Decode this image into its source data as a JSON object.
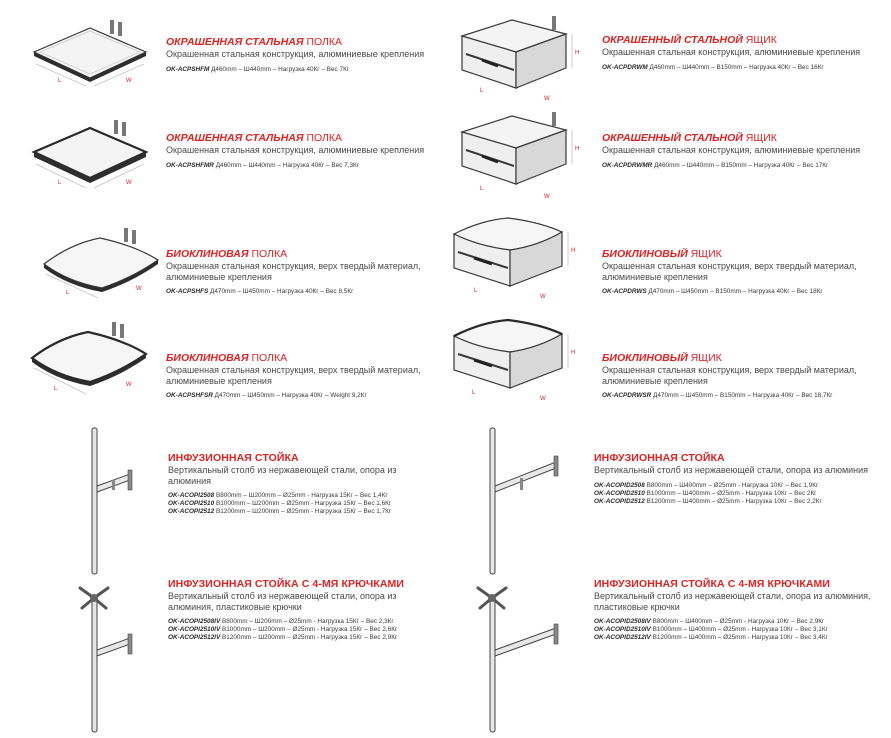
{
  "colors": {
    "accent": "#e02222",
    "text": "#4a4a4a",
    "line": "#555555"
  },
  "dim_labels": {
    "length": "L",
    "width": "W",
    "height": "H"
  },
  "products": [
    {
      "title_emph": "ОКРАШЕННАЯ СТАЛЬНАЯ",
      "title_rest": " ПОЛКА",
      "desc": "Окрашенная стальная конструкция, алюминиевые крепления",
      "specs": [
        {
          "code": "OK-ACPSHFM",
          "text": " Д460mm – Ш440mm – Нагрузка 40Кг – Вес 7Кг"
        }
      ]
    },
    {
      "title_emph": "ОКРАШЕННЫЙ СТАЛЬНОЙ",
      "title_rest": " ЯЩИК",
      "desc": "Окрашенная стальная конструкция, алюминиевые крепления",
      "specs": [
        {
          "code": "OK-ACPDRWM",
          "text": " Д460mm – Ш440mm – В150mm – Нагрузка 40Кг – Вес 16Кг"
        }
      ]
    },
    {
      "title_emph": "ОКРАШЕННАЯ СТАЛЬНАЯ",
      "title_rest": " ПОЛКА",
      "desc": "Окрашенная стальная конструкция, алюминиевые крепления",
      "specs": [
        {
          "code": "OK-ACPSHFMR",
          "text": " Д460mm – Ш440mm – Нагрузка 40Кг – Вес 7,3Кг"
        }
      ]
    },
    {
      "title_emph": "ОКРАШЕННЫЙ СТАЛЬНОЙ",
      "title_rest": " ЯЩИК",
      "desc": "Окрашенная стальная конструкция, алюминиевые крепления",
      "specs": [
        {
          "code": "OK-ACPDRWMR",
          "text": " Д460mm – Ш440mm – В150mm – Нагрузка 40Кг – Вес 17Кг"
        }
      ]
    },
    {
      "title_emph": "БИОКЛИНОВАЯ",
      "title_rest": " ПОЛКА",
      "desc": "Окрашенная стальная конструкция, верх твердый материал, алюминиевые крепления",
      "specs": [
        {
          "code": "OK-ACPSHFS",
          "text": " Д470mm – Ш450mm – Нагрузка 40Кг – Вес 8,5Кг"
        }
      ]
    },
    {
      "title_emph": "БИОКЛИНОВЫЙ",
      "title_rest": " ЯЩИК",
      "desc": "Окрашенная стальная конструкция, верх твердый материал, алюминиевые крепления",
      "specs": [
        {
          "code": "OK-ACPDRWS",
          "text": " Д470mm – Ш450mm – В150mm – Нагрузка 40Кг – Вес 18Кг"
        }
      ]
    },
    {
      "title_emph": "БИОКЛИНОВАЯ",
      "title_rest": " ПОЛКА",
      "desc": "Окрашенная стальная конструкция, верх твердый материал, алюминиевые крепления",
      "specs": [
        {
          "code": "OK-ACPSHFSR",
          "text": " Д470mm – Ш450mm – Нагрузка 40Кг – Weight 9,2Кг"
        }
      ]
    },
    {
      "title_emph": "БИОКЛИНОВЫЙ",
      "title_rest": " ЯЩИК",
      "desc": "Окрашенная стальная конструкция, верх твердый материал, алюминиевые крепления",
      "specs": [
        {
          "code": "OK-ACPDRWSR",
          "text": " Д470mm – Ш450mm – В150mm – Нагрузка 40Кг – Вес 18,7Кг"
        }
      ]
    },
    {
      "title_emph": "ИНФУЗИОННАЯ СТОЙКА",
      "title_rest": "",
      "desc": "Вертикальный столб из нержавеющей стали, опора из алюминия",
      "specs": [
        {
          "code": "OK-ACOPI2508",
          "text": " В800mm – Ш200mm – Ø25mm - Нагрузка 15Кг – Вес 1,4Кг"
        },
        {
          "code": "OK-ACOPI2510",
          "text": " В1000mm – Ш200mm – Ø25mm - Нагрузка 15Кг – Вес 1,6Кг"
        },
        {
          "code": "OK-ACOPI2512",
          "text": " В1200mm – Ш200mm – Ø25mm - Нагрузка 15Кг – Вес 1,7Кг"
        }
      ]
    },
    {
      "title_emph": "ИНФУЗИОННАЯ СТОЙКА",
      "title_rest": "",
      "desc": "Вертикальный столб из нержавеющей стали, опора из алюминия",
      "specs": [
        {
          "code": "OK-ACOPID2508",
          "text": " В800mm – Ш400mm – Ø25mm - Нагрузка 10Кг – Вес 1,9Кг"
        },
        {
          "code": "OK-ACOPID2510",
          "text": " В1000mm – Ш400mm – Ø25mm - Нагрузка 10Кг – Вес 2Кг"
        },
        {
          "code": "OK-ACOPID2512",
          "text": " В1200mm – Ш400mm – Ø25mm - Нагрузка 10Кг – Вес 2,2Кг"
        }
      ]
    },
    {
      "title_emph": "ИНФУЗИОННАЯ СТОЙКА С 4-МЯ КРЮЧКАМИ",
      "title_rest": "",
      "desc": "Вертикальный столб из нержавеющей стали, опора из алюминия, пластиковые крючки",
      "specs": [
        {
          "code": "OK-ACOPI2508IV",
          "text": " В800mm – Ш200mm – Ø25mm - Нагрузка 15Кг – Вес 2,3Кг"
        },
        {
          "code": "OK-ACOPI2510IV",
          "text": " В1000mm – Ш200mm – Ø25mm - Нагрузка 15Кг – Вес 2,6Кг"
        },
        {
          "code": "OK-ACOPI2512IV",
          "text": " В1200mm – Ш200mm – Ø25mm - Нагрузка 15Кг – Вес 2,9Кг"
        }
      ]
    },
    {
      "title_emph": "ИНФУЗИОННАЯ СТОЙКА С 4-МЯ КРЮЧКАМИ",
      "title_rest": "",
      "desc": "Вертикальный столб из нержавеющей стали, опора из алюминия, пластиковые крючки",
      "specs": [
        {
          "code": "OK-ACOPID2508IV",
          "text": " В800mm – Ш400mm – Ø25mm - Нагрузка 10Кг – Вес 2,9Кг"
        },
        {
          "code": "OK-ACOPID2510IV",
          "text": " В1000mm – Ш400mm – Ø25mm - Нагрузка 10Кг – Вес 3,1Кг"
        },
        {
          "code": "OK-ACOPID2512IV",
          "text": " В1200mm – Ш400mm – Ø25mm - Нагрузка 10Кг – Вес 3,4Кг"
        }
      ]
    }
  ]
}
